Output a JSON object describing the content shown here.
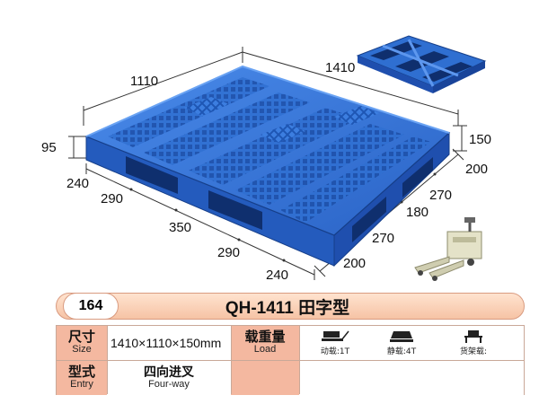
{
  "drawing": {
    "dim_1110": "1110",
    "dim_1410": "1410",
    "dim_95": "95",
    "dim_150": "150",
    "left_segments": [
      "240",
      "290",
      "350",
      "290",
      "240"
    ],
    "right_segments": [
      "200",
      "270",
      "180",
      "270",
      "200"
    ],
    "pallet_color": "#2f6fd1"
  },
  "header": {
    "number": "164",
    "model": "QH-1411 田字型"
  },
  "spec": {
    "size_label_zh": "尺寸",
    "size_label_en": "Size",
    "size_value": "1410×1110×150mm",
    "load_label_zh": "载重量",
    "load_label_en": "Load",
    "load_items": [
      "动载:1T",
      "静载:4T",
      "货架载:"
    ],
    "entry_label_zh": "型式",
    "entry_label_en": "Entry",
    "entry_value_zh": "四向进叉",
    "entry_value_en": "Four-way"
  }
}
